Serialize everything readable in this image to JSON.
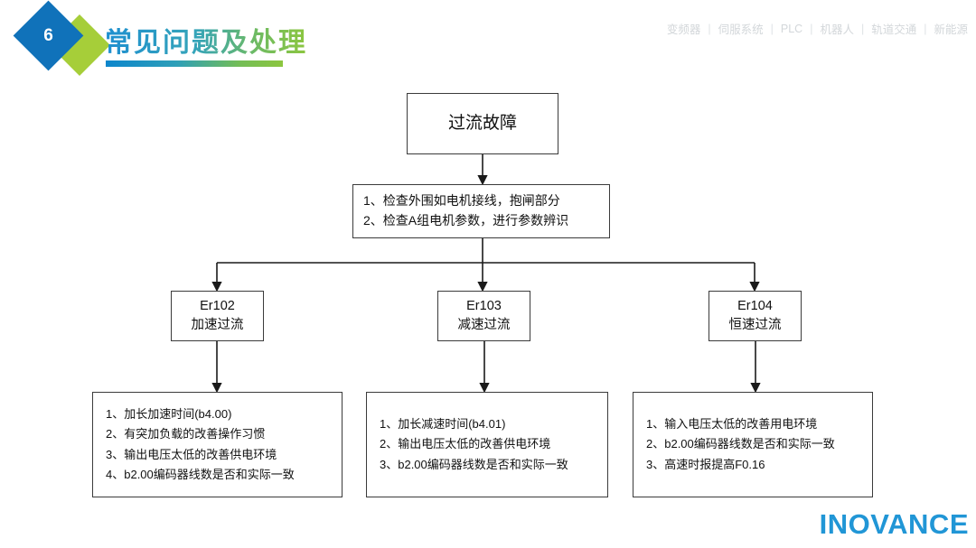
{
  "header": {
    "badge_number": "6",
    "title": "常见问题及处理",
    "nav_items": [
      "变频器",
      "伺服系统",
      "PLC",
      "机器人",
      "轨道交通",
      "新能源"
    ],
    "nav_separator": "|",
    "colors": {
      "badge_blue": "#1072ba",
      "badge_green": "#a6ce39",
      "title_gradient_start": "#1e8fd0",
      "title_gradient_end": "#8cc63f",
      "nav_text": "#d3d7da"
    }
  },
  "flowchart": {
    "root": {
      "label": "过流故障"
    },
    "check": {
      "lines": [
        "1、检查外围如电机接线，抱闸部分",
        "2、检查A组电机参数，进行参数辨识"
      ]
    },
    "branches": [
      {
        "code": "Er102",
        "name": "加速过流",
        "details": [
          "1、加长加速时间(b4.00)",
          "2、有突加负载的改善操作习惯",
          "3、输出电压太低的改善供电环境",
          "4、b2.00编码器线数是否和实际一致"
        ]
      },
      {
        "code": "Er103",
        "name": "减速过流",
        "details": [
          "1、加长减速时间(b4.01)",
          "2、输出电压太低的改善供电环境",
          "3、b2.00编码器线数是否和实际一致"
        ]
      },
      {
        "code": "Er104",
        "name": "恒速过流",
        "details": [
          "1、输入电压太低的改善用电环境",
          "2、b2.00编码器线数是否和实际一致",
          "3、高速时报提高F0.16"
        ]
      }
    ],
    "line_color": "#3b3b3b"
  },
  "footer": {
    "brand": "INOVANCE",
    "brand_color": "#2196d6"
  }
}
